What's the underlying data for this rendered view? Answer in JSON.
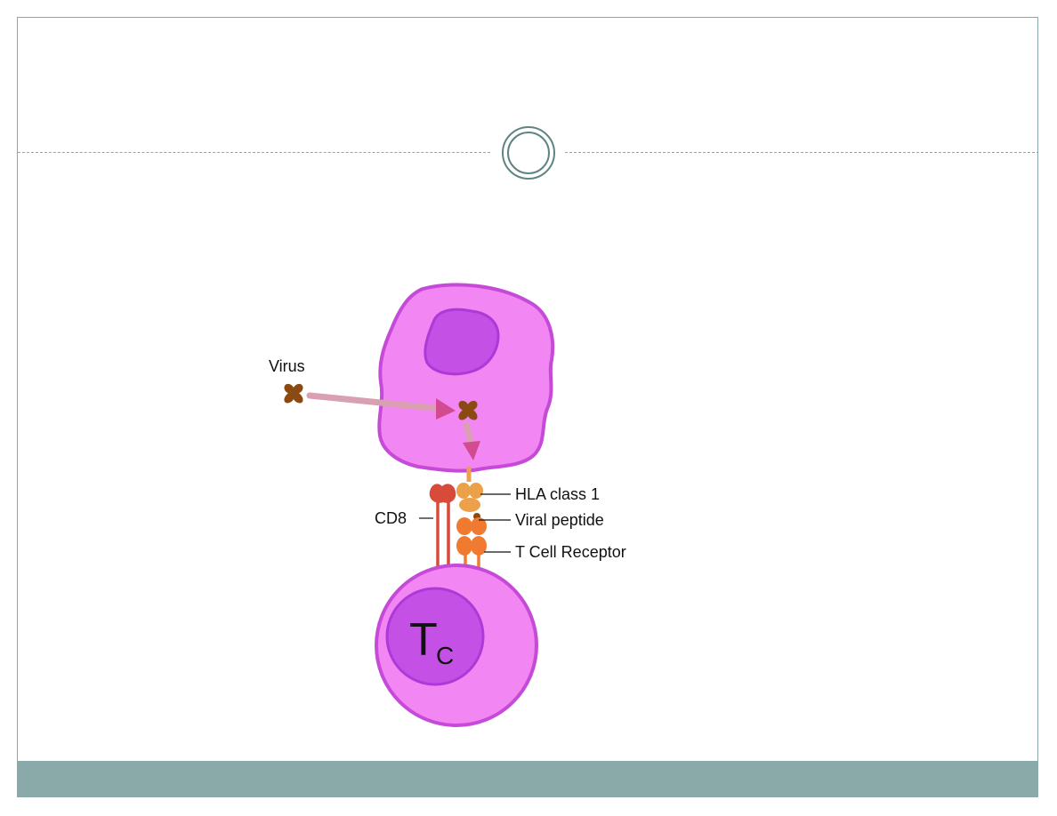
{
  "diagram": {
    "labels": {
      "virus": "Virus",
      "cd8": "CD8",
      "hla": "HLA class 1",
      "peptide": "Viral peptide",
      "tcr": "T Cell Receptor",
      "tcell_letter": "T",
      "tcell_subscript": "C"
    }
  },
  "colors": {
    "accent": "#8aaaa9",
    "ornament": "#5e8584",
    "cell_fill": "#f286f2",
    "cell_outline": "#c64ad8",
    "nucleus": "#c450e6",
    "virus": "#8b4a12",
    "arrow": "#d8a0b0",
    "cd8": "#d84a3a",
    "hla": "#eca04a",
    "tcr": "#f07a30"
  }
}
